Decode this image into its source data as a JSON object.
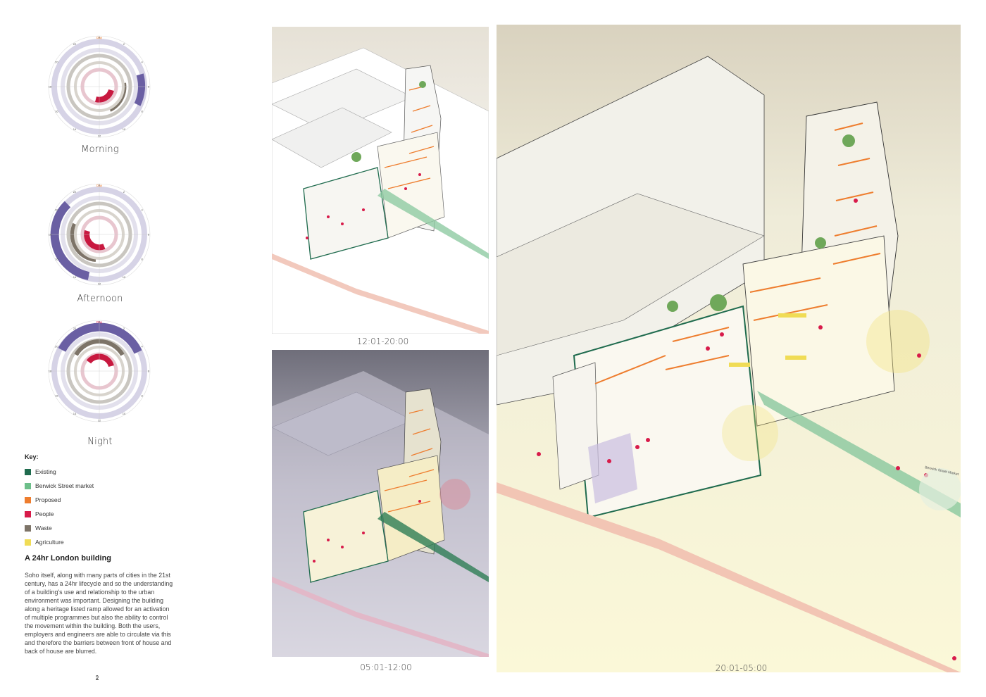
{
  "dials": [
    {
      "label": "Morning",
      "top_label": "Day"
    },
    {
      "label": "Afternoon",
      "top_label": "Day"
    },
    {
      "label": "Night",
      "top_label": "Day"
    }
  ],
  "dial_ticks": [
    "0",
    "2",
    "4",
    "6",
    "8",
    "10",
    "12",
    "14",
    "16",
    "18",
    "20",
    "22"
  ],
  "key": {
    "title": "Key:",
    "items": [
      {
        "label": "Existing",
        "color": "#1f6b4e"
      },
      {
        "label": "Berwick Street market",
        "color": "#6dbf8a"
      },
      {
        "label": "Proposed",
        "color": "#ee7d2e"
      },
      {
        "label": "People",
        "color": "#d81b4a"
      },
      {
        "label": "Waste",
        "color": "#7d7468"
      },
      {
        "label": "Agriculture",
        "color": "#f0dc55"
      }
    ]
  },
  "text": {
    "heading": "A 24hr London building",
    "body": "Soho itself, along with many parts of cities in the 21st century, has a 24hr lifecycle and so the understanding of a building's use and relationship to the urban environment was important. Designing the building along a heritage listed ramp allowed for an activation of multiple programmes but also the ability to control the movement within the building. Both the users, employers and engineers are able to circulate via this and therefore the barriers between front of house and back of house are blurred.",
    "page_number": "9"
  },
  "panels": [
    {
      "time": "12:01-20:00"
    },
    {
      "time": "05:01-12:00"
    },
    {
      "time": "20:01-05:00",
      "street_label": "Berwick Street Market"
    }
  ]
}
